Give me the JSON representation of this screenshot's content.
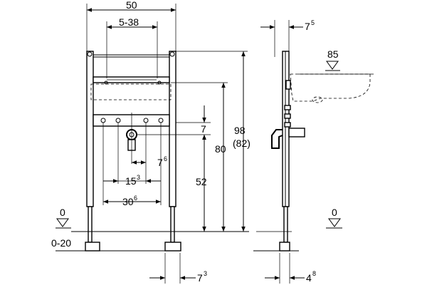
{
  "dimensions": {
    "frame_width": "50",
    "fixing_range": "5-38",
    "right_offset_base": "7",
    "right_offset_sup": "5",
    "basin_level": "85",
    "fitting_gap": "7",
    "total_height": "98",
    "total_height_alt": "(82)",
    "top_height": "80",
    "supply_height": "52",
    "supply_spacing_a_base": "7",
    "supply_spacing_a_sup": "6",
    "supply_spacing_b_base": "15",
    "supply_spacing_b_sup": "3",
    "supply_spacing_c_base": "30",
    "supply_spacing_c_sup": "6",
    "floor_level_left": "0",
    "floor_level_right": "0",
    "floor_range": "0-20",
    "foot_offset_base": "7",
    "foot_offset_sup": "3",
    "side_foot_base": "4",
    "side_foot_sup": "8"
  }
}
